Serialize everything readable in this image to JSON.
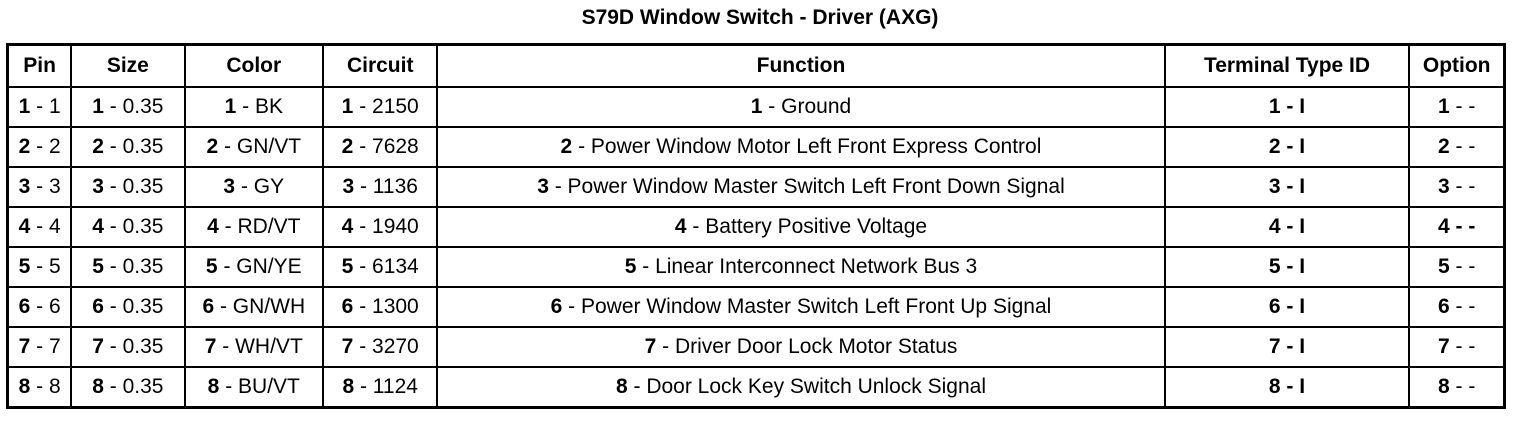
{
  "title": "S79D Window Switch - Driver (AXG)",
  "columns": [
    "Pin",
    "Size",
    "Color",
    "Circuit",
    "Function",
    "Terminal Type ID",
    "Option"
  ],
  "rows": [
    {
      "n": "1",
      "pin": " - 1",
      "size": " - 0.35",
      "color": " - BK",
      "circuit": " - 2150",
      "function": " - Ground",
      "terminal": " - I",
      "option": " - -"
    },
    {
      "n": "2",
      "pin": " - 2",
      "size": " - 0.35",
      "color": " - GN/VT",
      "circuit": " - 7628",
      "function": " - Power Window Motor Left Front Express Control",
      "terminal": " - I",
      "option": " - -"
    },
    {
      "n": "3",
      "pin": " - 3",
      "size": " - 0.35",
      "color": " - GY",
      "circuit": " - 1136",
      "function": " - Power Window Master Switch Left Front Down Signal",
      "terminal": " - I",
      "option": " - -"
    },
    {
      "n": "4",
      "pin": " - 4",
      "size": " - 0.35",
      "color": " - RD/VT",
      "circuit": " - 1940",
      "function": " - Battery Positive Voltage",
      "terminal": " - I",
      "option": " - -"
    },
    {
      "n": "5",
      "pin": " - 5",
      "size": " - 0.35",
      "color": " - GN/YE",
      "circuit": " - 6134",
      "function": " - Linear Interconnect Network Bus 3",
      "terminal": " - I",
      "option": " - -"
    },
    {
      "n": "6",
      "pin": " - 6",
      "size": " - 0.35",
      "color": " - GN/WH",
      "circuit": " - 1300",
      "function": " - Power Window Master Switch Left Front Up Signal",
      "terminal": " - I",
      "option": " - -"
    },
    {
      "n": "7",
      "pin": " - 7",
      "size": " - 0.35",
      "color": " - WH/VT",
      "circuit": " - 3270",
      "function": " - Driver Door Lock Motor Status",
      "terminal": " - I",
      "option": " - -"
    },
    {
      "n": "8",
      "pin": " - 8",
      "size": " - 0.35",
      "color": " - BU/VT",
      "circuit": " - 1124",
      "function": " - Door Lock Key Switch Unlock Signal",
      "terminal": " - I",
      "option": " - -"
    }
  ]
}
